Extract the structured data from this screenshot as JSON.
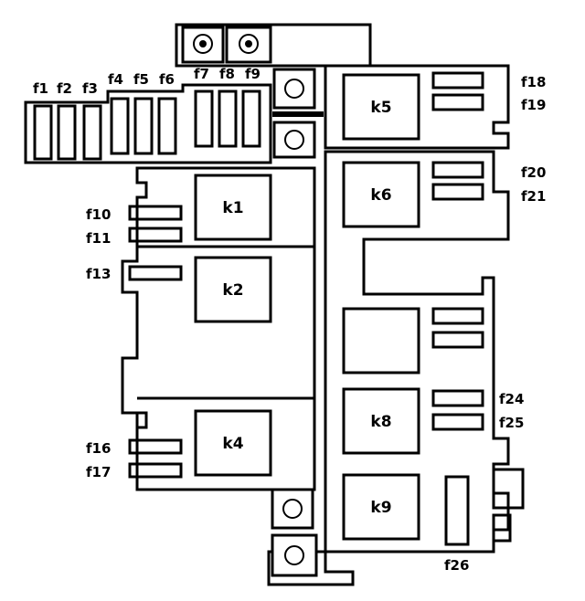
{
  "colors": {
    "ink": "#000000",
    "paper": "#ffffff"
  },
  "fuse_labels": {
    "f1": "f1",
    "f2": "f2",
    "f3": "f3",
    "f4": "f4",
    "f5": "f5",
    "f6": "f6",
    "f7": "f7",
    "f8": "f8",
    "f9": "f9",
    "f10": "f10",
    "f11": "f11",
    "f13": "f13",
    "f16": "f16",
    "f17": "f17",
    "f18": "f18",
    "f19": "f19",
    "f20": "f20",
    "f21": "f21",
    "f24": "f24",
    "f25": "f25",
    "f26": "f26"
  },
  "relay_labels": {
    "k1": "k1",
    "k2": "k2",
    "k4": "k4",
    "k5": "k5",
    "k6": "k6",
    "k8": "k8",
    "k9": "k9"
  }
}
